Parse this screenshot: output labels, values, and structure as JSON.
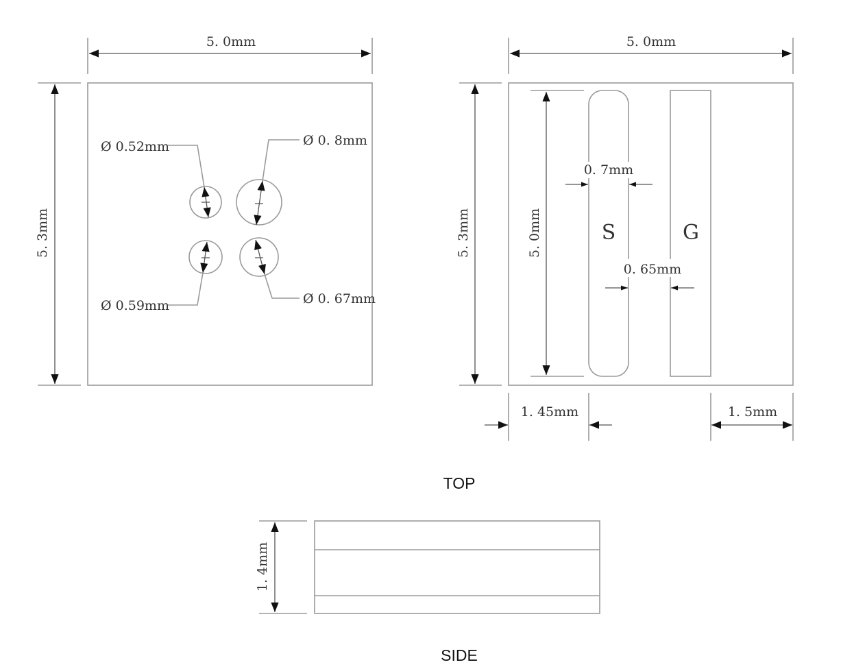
{
  "top_view_left": {
    "width_label": "5. 0mm",
    "height_label": "5. 3mm",
    "holes": [
      {
        "label": "Ø 0.52mm"
      },
      {
        "label": "Ø 0. 8mm"
      },
      {
        "label": "Ø 0.59mm"
      },
      {
        "label": "Ø 0. 67mm"
      }
    ]
  },
  "top_view_right": {
    "width_label": "5. 0mm",
    "height_label": "5. 3mm",
    "pad_length_label": "5. 0mm",
    "pad_s_width_label": "0. 7mm",
    "pad_gap_label": "0. 65mm",
    "left_margin_label": "1. 45mm",
    "right_margin_label": "1. 5mm",
    "pad_s_name": "S",
    "pad_g_name": "G"
  },
  "top_caption": "TOP",
  "side_view": {
    "height_label": "1. 4mm"
  },
  "side_caption": "SIDE"
}
